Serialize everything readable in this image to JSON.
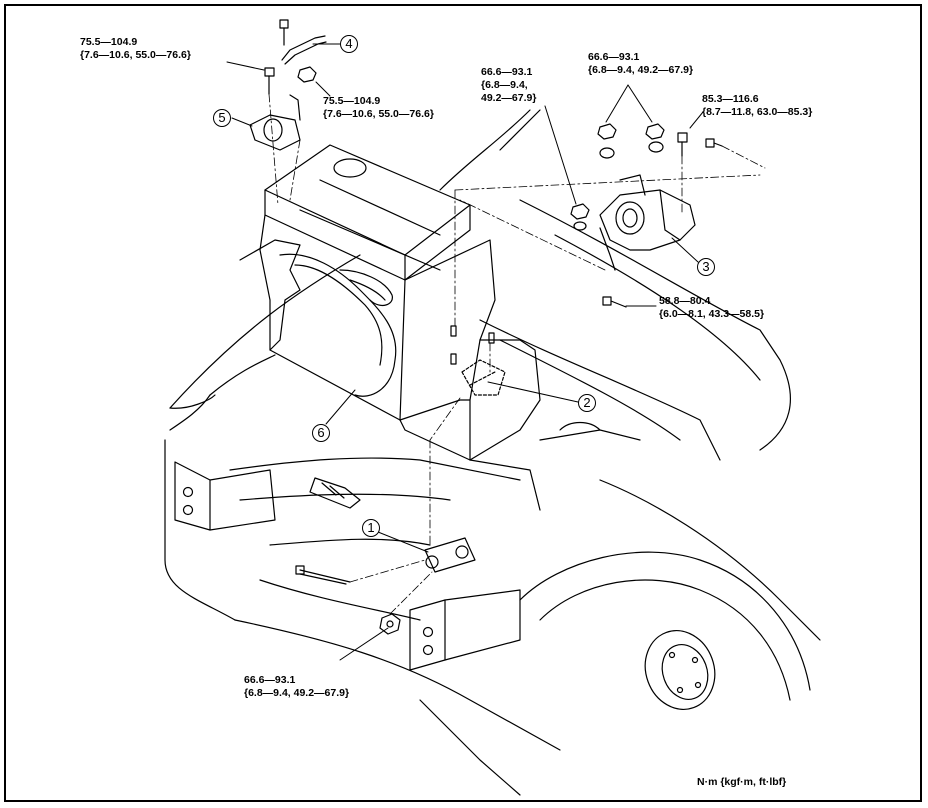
{
  "torque_specs": {
    "t1": {
      "line1": "75.5—104.9",
      "line2": "{7.6—10.6, 55.0—76.6}"
    },
    "t2": {
      "line1": "75.5—104.9",
      "line2": "{7.6—10.6, 55.0—76.6}"
    },
    "t3": {
      "line1": "66.6—93.1",
      "line2": "{6.8—9.4,",
      "line3": "49.2—67.9}"
    },
    "t4": {
      "line1": "66.6—93.1",
      "line2": "{6.8—9.4, 49.2—67.9}"
    },
    "t5": {
      "line1": "85.3—116.6",
      "line2": "{8.7—11.8, 63.0—85.3}"
    },
    "t6": {
      "line1": "58.8—80.4",
      "line2": "{6.0—8.1, 43.3—58.5}"
    },
    "t7": {
      "line1": "66.6—93.1",
      "line2": "{6.8—9.4, 49.2—67.9}"
    }
  },
  "callouts": [
    "1",
    "2",
    "3",
    "4",
    "5",
    "6"
  ],
  "units": "N·m {kgf·m, ft·lbf}"
}
